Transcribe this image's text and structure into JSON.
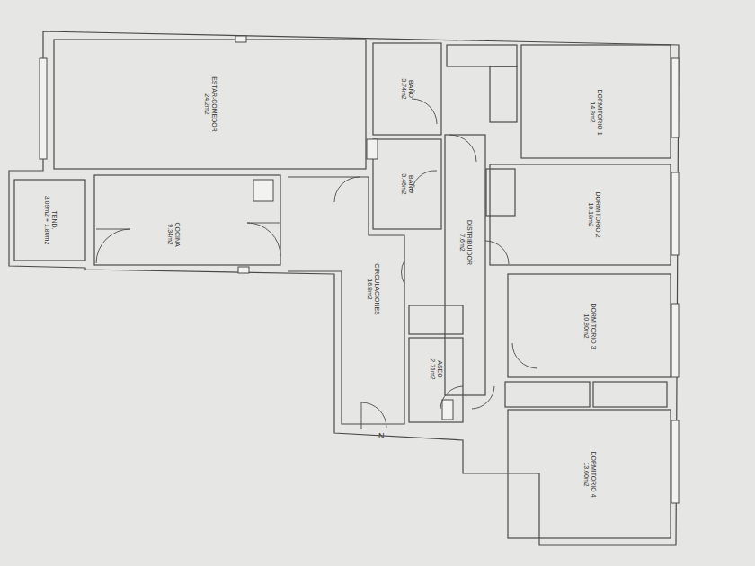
{
  "diagram": {
    "nodes": [
      {
        "text": [
          "ESTAR-COMEDOR",
          "24.2m2"
        ]
      },
      {
        "text": [
          "BAÑO",
          "3.74m2"
        ]
      },
      {
        "text": [
          "DORMITORIO 1",
          "14.8m2"
        ]
      },
      {
        "text": [
          "TEND.",
          "3.09m2 + 1.80m2"
        ]
      },
      {
        "text": [
          "COCINA",
          "9.34m2"
        ]
      },
      {
        "text": [
          "BAÑO",
          "3.46m2"
        ]
      },
      {
        "text": [
          "DORMITORIO 2",
          "10.18m2"
        ]
      },
      {
        "text": [
          "DISTRIBUIDOR",
          "7.6m2"
        ]
      },
      {
        "text": [
          "CIRCULACIONES",
          "16.8m2"
        ]
      },
      {
        "text": [
          "DORMITORIO 3",
          "10.80m2"
        ]
      },
      {
        "text": [
          "ASEO",
          "2.71m2"
        ]
      },
      {
        "text": [
          "DORMITORIO 4",
          "13.60m2"
        ]
      }
    ],
    "labels": [
      "N"
    ]
  }
}
